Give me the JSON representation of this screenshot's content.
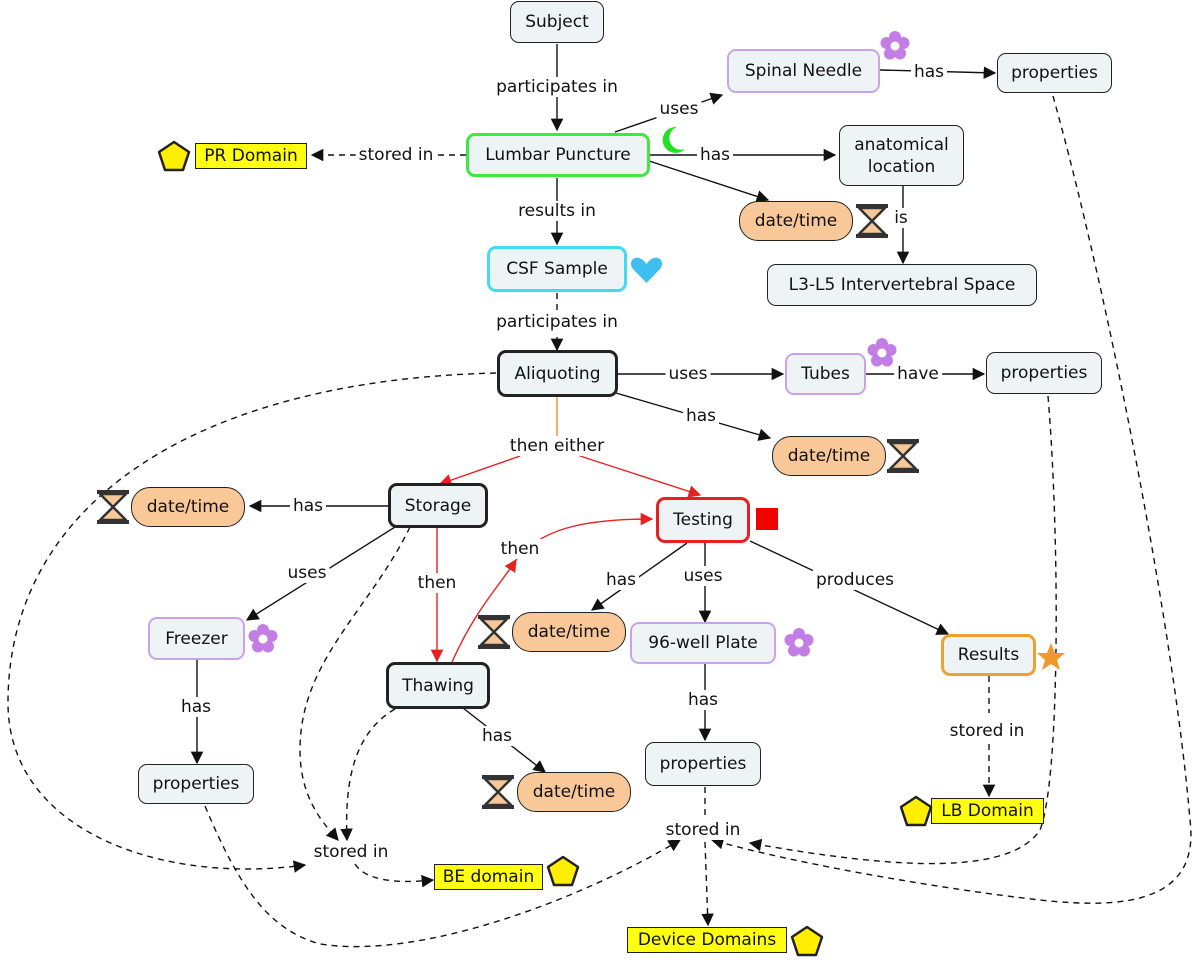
{
  "nodes": {
    "subject": "Subject",
    "spinal_needle": "Spinal Needle",
    "properties_needle": "properties",
    "lumbar_puncture": "Lumbar Puncture",
    "pr_domain": "PR Domain",
    "anatomical_location": "anatomical location",
    "datetime_lp": "date/time",
    "l3l5": "L3-L5 Intervertebral Space",
    "csf_sample": "CSF Sample",
    "aliquoting": "Aliquoting",
    "tubes": "Tubes",
    "properties_tubes": "properties",
    "datetime_aliquoting": "date/time",
    "storage": "Storage",
    "datetime_storage": "date/time",
    "testing": "Testing",
    "freezer": "Freezer",
    "datetime_testing": "date/time",
    "plate": "96-well Plate",
    "results": "Results",
    "thawing": "Thawing",
    "properties_freezer": "properties",
    "properties_plate": "properties",
    "lb_domain": "LB Domain",
    "datetime_thawing": "date/time",
    "be_domain": "BE domain",
    "device_domains": "Device Domains"
  },
  "links": {
    "participates_in_1": "participates in",
    "uses_needle": "uses",
    "has_needle": "has",
    "stored_in_pr": "stored in",
    "has_lp": "has",
    "is": "is",
    "results_in": "results in",
    "participates_in_2": "participates in",
    "uses_tubes": "uses",
    "have": "have",
    "has_aliquoting": "has",
    "then_either": "then either",
    "has_storage": "has",
    "uses_freezer": "uses",
    "then_thaw": "then",
    "then_test": "then",
    "has_testing": "has",
    "uses_plate": "uses",
    "produces": "produces",
    "has_freezer": "has",
    "has_thawing": "has",
    "has_plate": "has",
    "stored_in_lb": "stored in",
    "stored_in_be": "stored in",
    "stored_in_device": "stored in"
  },
  "icons": {
    "lumbar_puncture": "crescent-moon-icon",
    "csf_sample": "heart-icon",
    "spinal_needle": "flower-icon",
    "tubes": "flower-icon",
    "freezer": "flower-icon",
    "plate": "flower-icon",
    "testing": "square-icon",
    "results": "star-icon",
    "datetime": "hourglass-icon",
    "domain": "pentagon-icon"
  },
  "colors": {
    "green_border": "#3ee83e",
    "cyan_border": "#40ddee",
    "purple_border": "#c9a3e8",
    "red_border": "#e82020",
    "orange_border": "#f0a030",
    "datetime_fill": "#f9c898",
    "domain_fill": "#ffff10",
    "concept_fill": "#eef3f5"
  }
}
